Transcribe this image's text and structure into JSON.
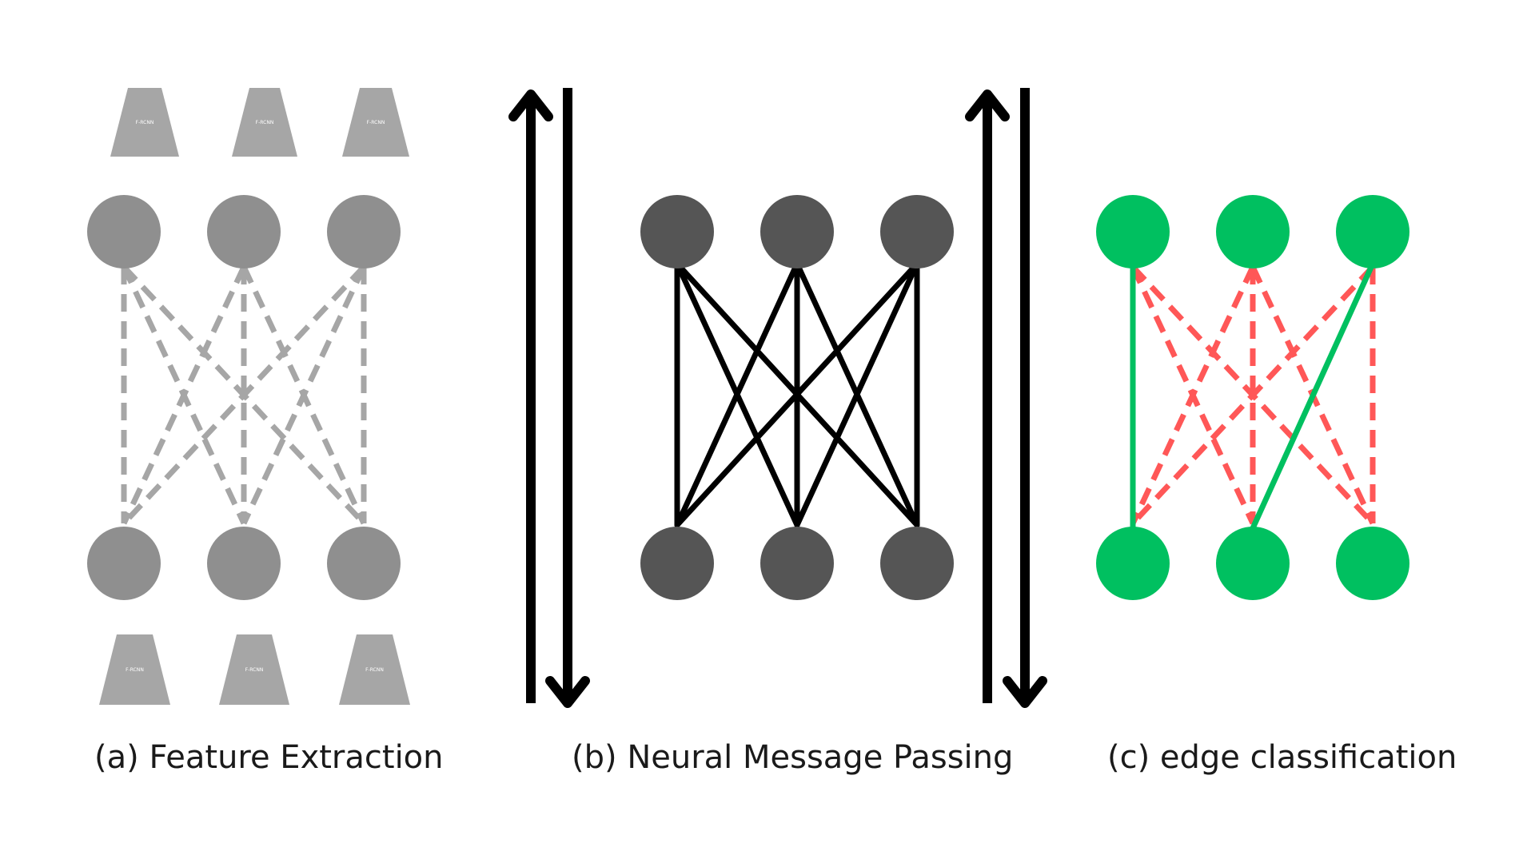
{
  "panels": {
    "a": {
      "caption": "(a) Feature Extraction",
      "backbone_label": "F-RCNN",
      "node_color": "#8f8f8f",
      "backbone_color": "#a6a6a6",
      "edge_color": "#a6a6a6",
      "edge_style": "dashed"
    },
    "b": {
      "caption": "(b) Neural Message Passing",
      "node_color": "#555555",
      "edge_color": "#000000",
      "edge_style": "solid"
    },
    "c": {
      "caption": "(c) edge classification",
      "node_color": "#00c060",
      "positive_edge_color": "#00c060",
      "negative_edge_color": "#ff5757",
      "positive_edges": [
        [
          0,
          0
        ],
        [
          2,
          1
        ]
      ]
    }
  },
  "arrow_color": "#000000"
}
